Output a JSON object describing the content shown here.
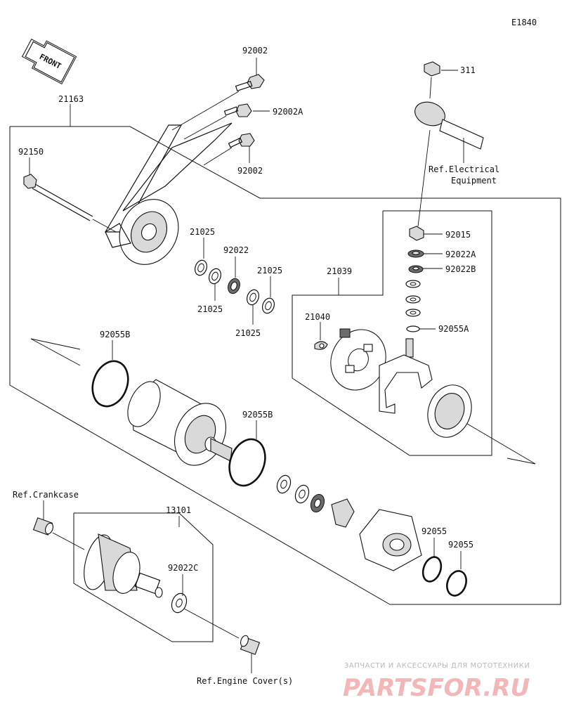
{
  "diagram_code": "E1840",
  "front_label": "FRONT",
  "labels": {
    "p92002_top": "92002",
    "p92002A": "92002A",
    "p92002_mid": "92002",
    "p21163": "21163",
    "p92150": "92150",
    "p311": "311",
    "ref_electrical_1": "Ref.Electrical",
    "ref_electrical_2": "Equipment",
    "p92015": "92015",
    "p92022A": "92022A",
    "p92022B": "92022B",
    "p92055A": "92055A",
    "p21039": "21039",
    "p21040": "21040",
    "p21025_a": "21025",
    "p92022": "92022",
    "p21025_b": "21025",
    "p21025_c": "21025",
    "p21025_d": "21025",
    "p92055B_a": "92055B",
    "p92055B_b": "92055B",
    "ref_crankcase": "Ref.Crankcase",
    "p13101": "13101",
    "p92022C": "92022C",
    "p92055_a": "92055",
    "p92055_b": "92055",
    "ref_engine_cover": "Ref.Engine Cover(s)"
  },
  "watermark": {
    "tagline": "ЗАПЧАСТИ И АКСЕССУАРЫ ДЛЯ МОТОТЕХНИКИ",
    "logo": "PARTSFOR.RU"
  }
}
